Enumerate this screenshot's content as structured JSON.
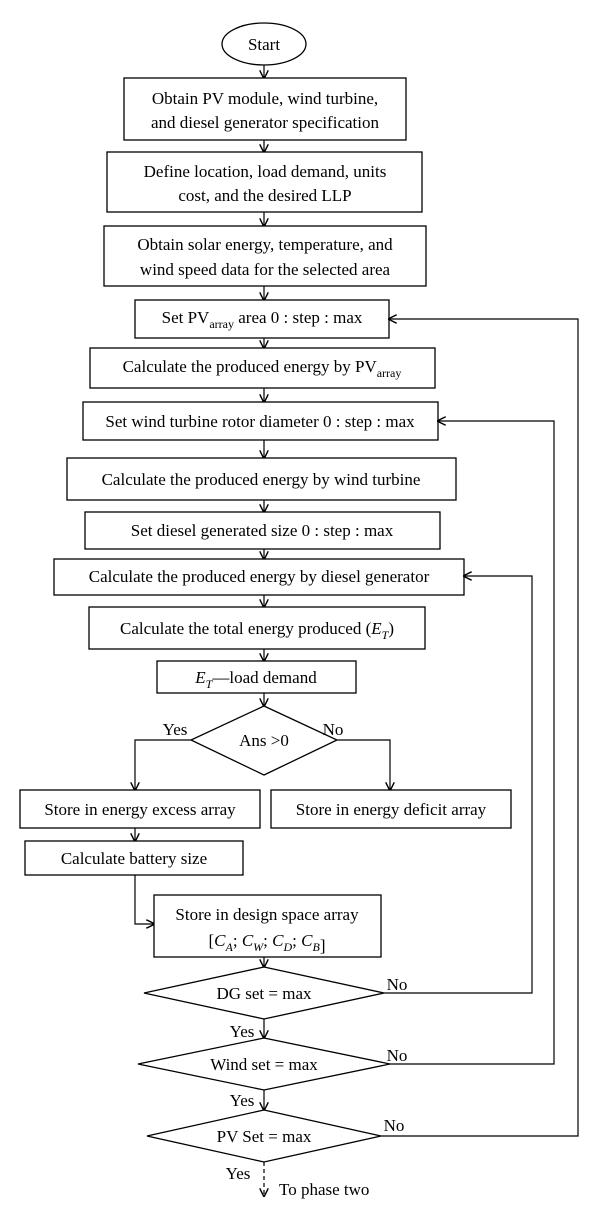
{
  "flowchart": {
    "start": "Start",
    "step_specs": [
      "Obtain PV module, wind turbine,",
      "and diesel generator specification"
    ],
    "step_define": [
      "Define location, load demand, units",
      "cost, and the desired LLP"
    ],
    "step_obtain_data": [
      "Obtain solar energy, temperature, and",
      "wind speed data for the selected area"
    ],
    "set_pv": {
      "pre": "Set PV",
      "sub": "array",
      "post": " area 0 : step : max"
    },
    "calc_pv": {
      "pre": "Calculate the produced energy by PV",
      "sub": "array"
    },
    "set_wind": "Set wind turbine rotor diameter 0 : step : max",
    "calc_wind": "Calculate the produced energy by wind turbine",
    "set_diesel": "Set diesel generated size 0 : step : max",
    "calc_diesel": "Calculate the produced energy by diesel generator",
    "calc_total": {
      "pre": "Calculate the total energy produced (",
      "var": "E",
      "sub": "T",
      "post": ")"
    },
    "diff": {
      "var": "E",
      "sub": "T",
      "post": "—load demand"
    },
    "decision_ans": "Ans >0",
    "store_excess": "Store in energy excess array",
    "store_deficit": "Store in energy deficit array",
    "calc_battery": "Calculate battery size",
    "store_design": {
      "line1": "Store in design space array",
      "open": "[",
      "terms": [
        {
          "var": "C",
          "sub": "A",
          "sep": "; "
        },
        {
          "var": "C",
          "sub": "W",
          "sep": "; "
        },
        {
          "var": "C",
          "sub": "D",
          "sep": "; "
        },
        {
          "var": "C",
          "sub": "B",
          "sep": ""
        }
      ],
      "close": "]"
    },
    "decision_dg": "DG set = max",
    "decision_wind": "Wind set = max",
    "decision_pv": "PV Set = max",
    "label_yes": "Yes",
    "label_no": "No",
    "to_phase_two": "To phase two"
  }
}
